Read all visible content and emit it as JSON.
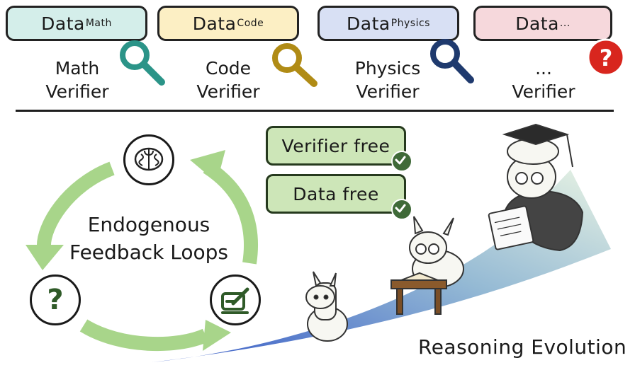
{
  "data_boxes": [
    {
      "base": "Data",
      "sub": "Math",
      "fill": "#d4eeea"
    },
    {
      "base": "Data",
      "sub": "Code",
      "fill": "#fcefc4"
    },
    {
      "base": "Data",
      "sub": "Physics",
      "fill": "#d8e0f4"
    },
    {
      "base": "Data",
      "sub": "...",
      "fill": "#f6d8dc"
    }
  ],
  "verifiers": [
    {
      "line1": "Math",
      "line2": "Verifier",
      "icon_color": "#2b9488"
    },
    {
      "line1": "Code",
      "line2": "Verifier",
      "icon_color": "#b08b15"
    },
    {
      "line1": "Physics",
      "line2": "Verifier",
      "icon_color": "#1f3a6e"
    },
    {
      "line1": "...",
      "line2": "Verifier",
      "icon_color": "#d8261e"
    }
  ],
  "tags": [
    "Verifier free",
    "Data free"
  ],
  "loop": {
    "line1": "Endogenous",
    "line2": "Feedback Loops",
    "question_mark": "?"
  },
  "evolution_label": "Reasoning Evolution",
  "colors": {
    "loop_green": "#a8d58a",
    "tag_green": "#cde6b8",
    "check_green": "#3f6a38",
    "evo_blue": "#2b55c8"
  }
}
